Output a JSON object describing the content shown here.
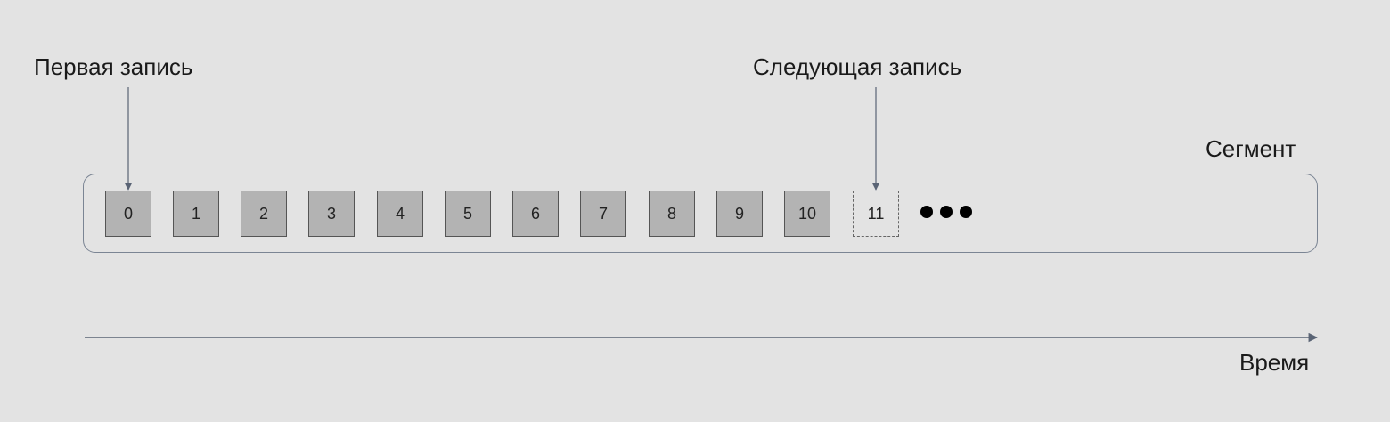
{
  "labels": {
    "first_record": "Первая запись",
    "next_record": "Следующая запись",
    "segment": "Сегмент",
    "time": "Время"
  },
  "records": [
    "0",
    "1",
    "2",
    "3",
    "4",
    "5",
    "6",
    "7",
    "8",
    "9",
    "10",
    "11"
  ],
  "pending_record": "11",
  "colors": {
    "background": "#e3e3e3",
    "record_fill": "#b3b3b3",
    "arrow": "#5a6475"
  }
}
